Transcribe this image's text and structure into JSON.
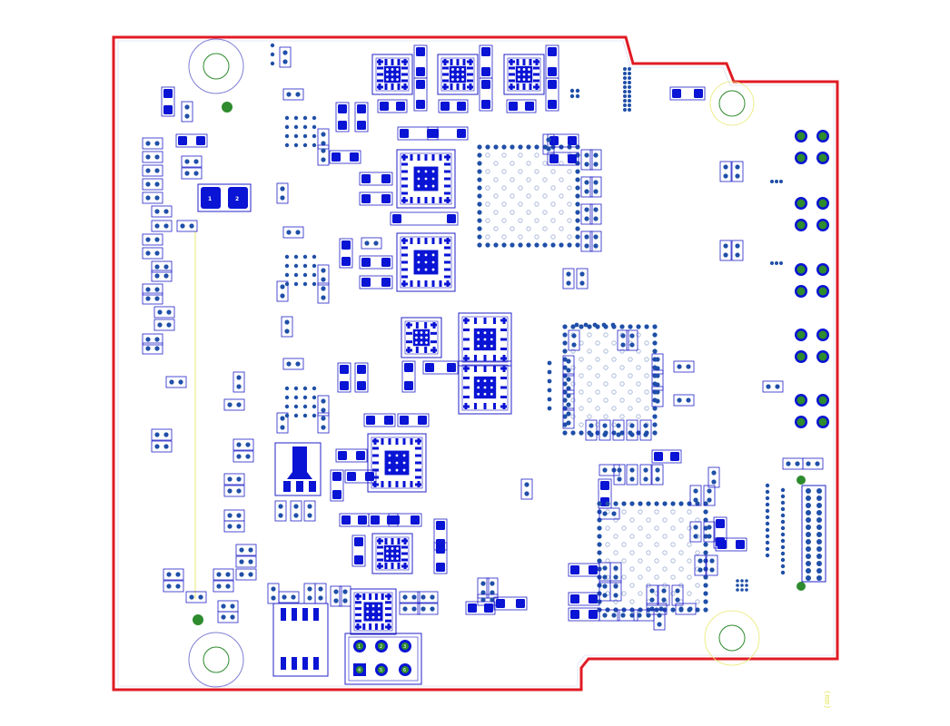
{
  "board": {
    "outline_color": "#e01b24",
    "pad_color": "#0a14d4",
    "pad_outline_color": "#2020c8",
    "via_color": "#1f4fa8",
    "hole_color": "#2e8b2e",
    "mount_ring_color": "#7f7fd4",
    "silk_color": "#e8e870",
    "silk_text": "(mm)"
  },
  "pad_labels": {
    "one": "1",
    "two": "2",
    "three": "3",
    "u1": "1",
    "u2": "2"
  },
  "header": {
    "pins": [
      "1",
      "2",
      "3",
      "4",
      "5",
      "6"
    ]
  }
}
